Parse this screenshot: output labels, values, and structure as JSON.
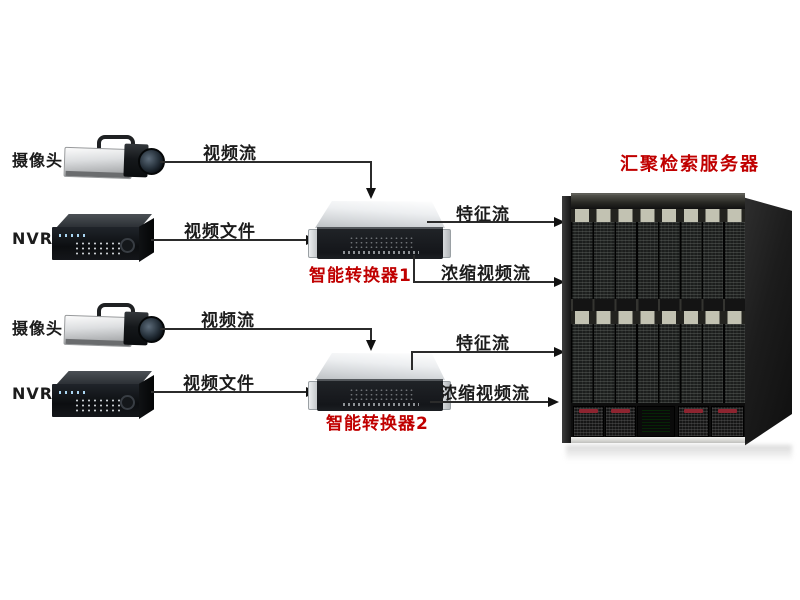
{
  "nodes": {
    "camera_1": {
      "label": "摄像头"
    },
    "nvr_1": {
      "label": "NVR"
    },
    "converter_1": {
      "label": "智能转换器1"
    },
    "camera_2": {
      "label": "摄像头"
    },
    "nvr_2": {
      "label": "NVR"
    },
    "converter_2": {
      "label": "智能转换器2"
    },
    "server": {
      "label": "汇聚检索服务器"
    }
  },
  "flows": {
    "video_stream_1": {
      "label": "视频流",
      "from": "camera_1",
      "to": "converter_1"
    },
    "video_file_1": {
      "label": "视频文件",
      "from": "nvr_1",
      "to": "converter_1"
    },
    "feature_stream_1": {
      "label": "特征流",
      "from": "converter_1",
      "to": "server"
    },
    "condensed_stream_1": {
      "label": "浓缩视频流",
      "from": "converter_1",
      "to": "server"
    },
    "video_stream_2": {
      "label": "视频流",
      "from": "camera_2",
      "to": "converter_2"
    },
    "video_file_2": {
      "label": "视频文件",
      "from": "nvr_2",
      "to": "converter_2"
    },
    "feature_stream_2": {
      "label": "特征流",
      "from": "converter_2",
      "to": "server"
    },
    "condensed_stream_2": {
      "label": "浓缩视频流",
      "from": "converter_2",
      "to": "server"
    }
  },
  "colors": {
    "highlight_red": "#c00000",
    "label_black": "#1c1c1c",
    "line": "#2b2b2b",
    "background": "#ffffff",
    "lcd_green": "#5fce52"
  }
}
